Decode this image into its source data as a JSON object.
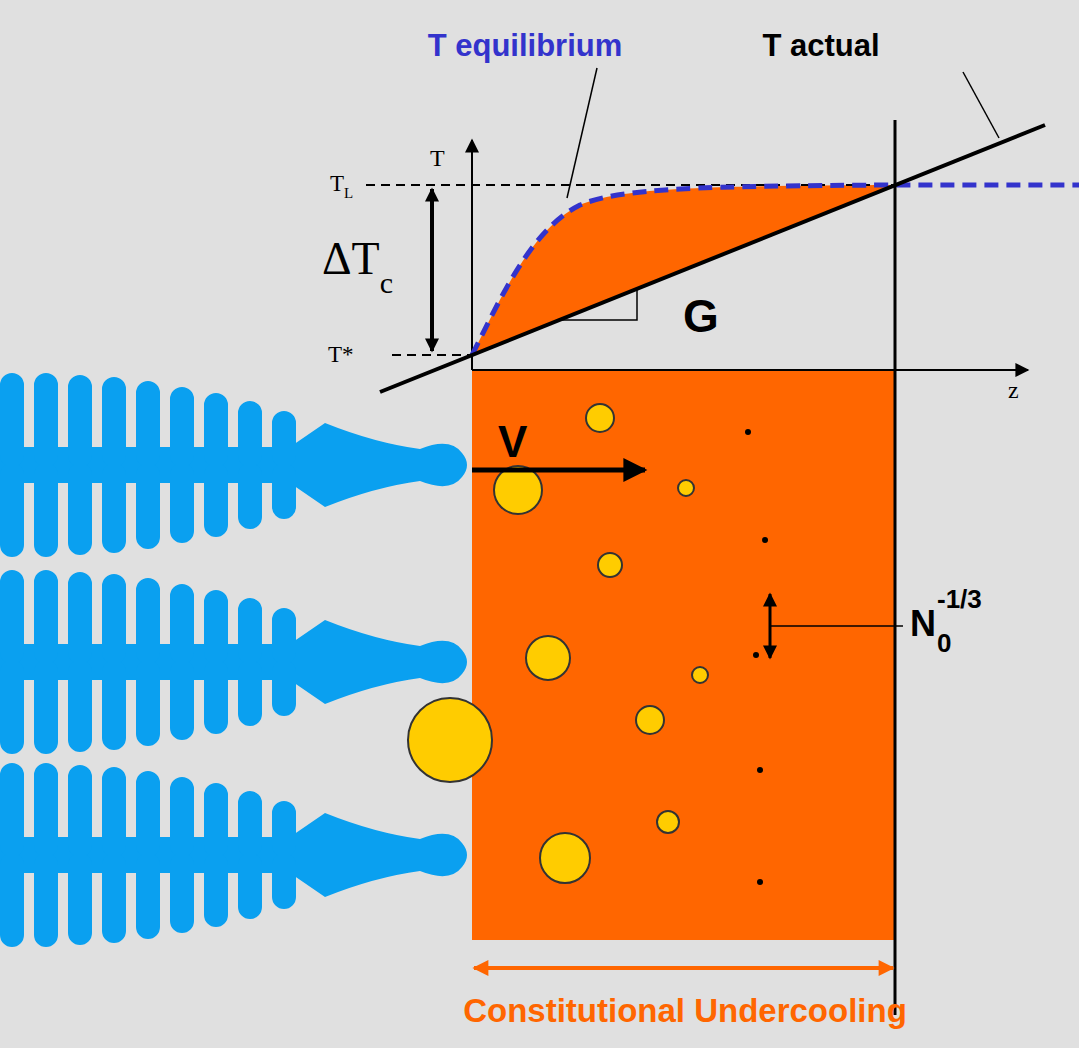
{
  "diagram": {
    "labels": [
      "T equilibrium",
      "T actual",
      "T",
      "T",
      "L",
      "ΔT",
      "c",
      "T*",
      "G",
      "z",
      "V",
      "N",
      "0",
      "-1/3",
      "Constitutional Undercooling"
    ]
  }
}
